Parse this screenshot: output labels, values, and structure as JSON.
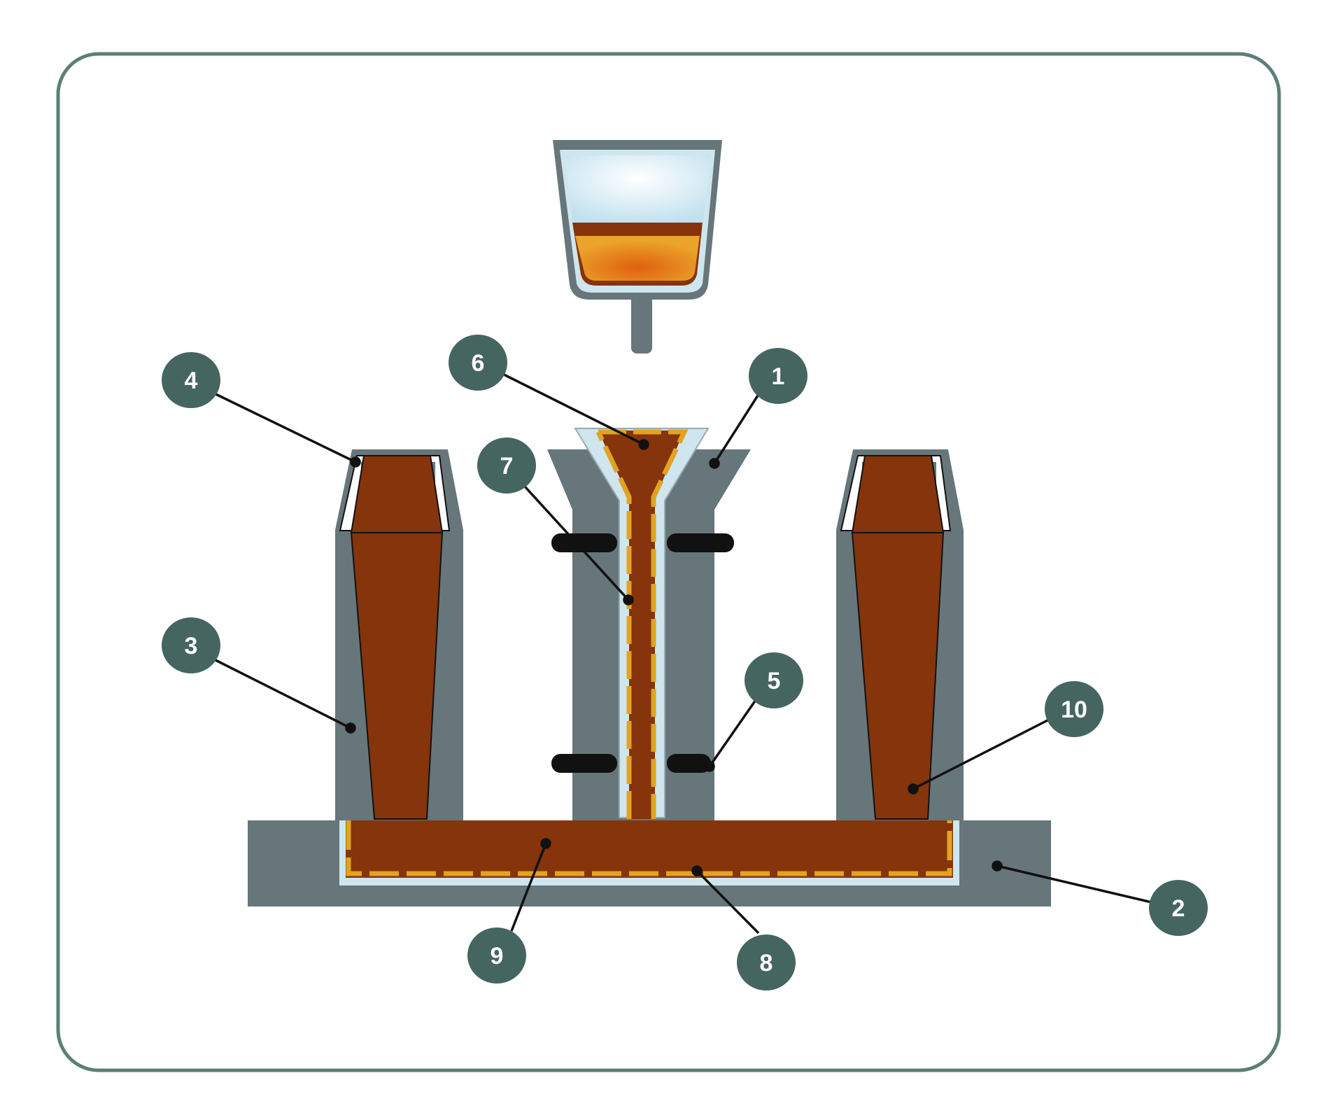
{
  "diagram": {
    "colors": {
      "frame": "#5b7f78",
      "mold": "#67767b",
      "metal": "#86340b",
      "coating": "#e0a323",
      "refractory": "#cfe6ef",
      "callout": "#456561",
      "fastener": "#111111"
    },
    "callouts": [
      {
        "id": "1",
        "label": "1"
      },
      {
        "id": "2",
        "label": "2"
      },
      {
        "id": "3",
        "label": "3"
      },
      {
        "id": "4",
        "label": "4"
      },
      {
        "id": "5",
        "label": "5"
      },
      {
        "id": "6",
        "label": "6"
      },
      {
        "id": "7",
        "label": "7"
      },
      {
        "id": "8",
        "label": "8"
      },
      {
        "id": "9",
        "label": "9"
      },
      {
        "id": "10",
        "label": "10"
      }
    ]
  }
}
